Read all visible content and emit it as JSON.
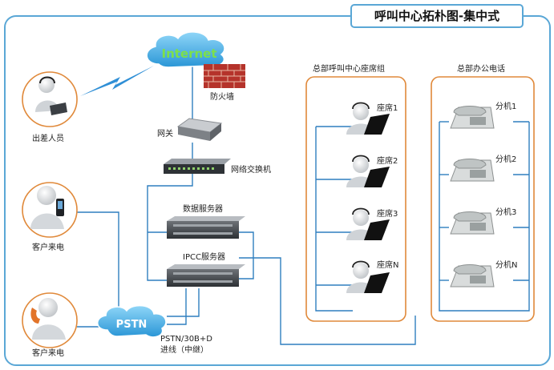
{
  "title": "呼叫中心拓朴图-集中式",
  "clouds": {
    "internet": "Internet",
    "pstn": "PSTN"
  },
  "labels": {
    "firewall": "防火墙",
    "gateway": "网关",
    "network_switch": "网络交换机",
    "data_server": "数据服务器",
    "ipcc_server": "IPCC服务器",
    "pstn_line_1": "PSTN/30B+D",
    "pstn_line_2": "进线（中继）",
    "traveler": "出差人员",
    "caller_1": "客户来电",
    "caller_2": "客户来电"
  },
  "agent_group": {
    "title": "总部呼叫中心座席组",
    "agents": [
      "座席1",
      "座席2",
      "座席3",
      "座席N"
    ]
  },
  "office_group": {
    "title": "总部办公电话",
    "extensions": [
      "分机1",
      "分机2",
      "分机3",
      "分机N"
    ]
  },
  "colors": {
    "frame": "#5aa7d6",
    "line": "#2f7fbf",
    "group_border": "#e0893a",
    "cloud_fill": "#4cb3e8",
    "cloud_text_internet": "#7de04a",
    "firewall": "#b5332b"
  }
}
